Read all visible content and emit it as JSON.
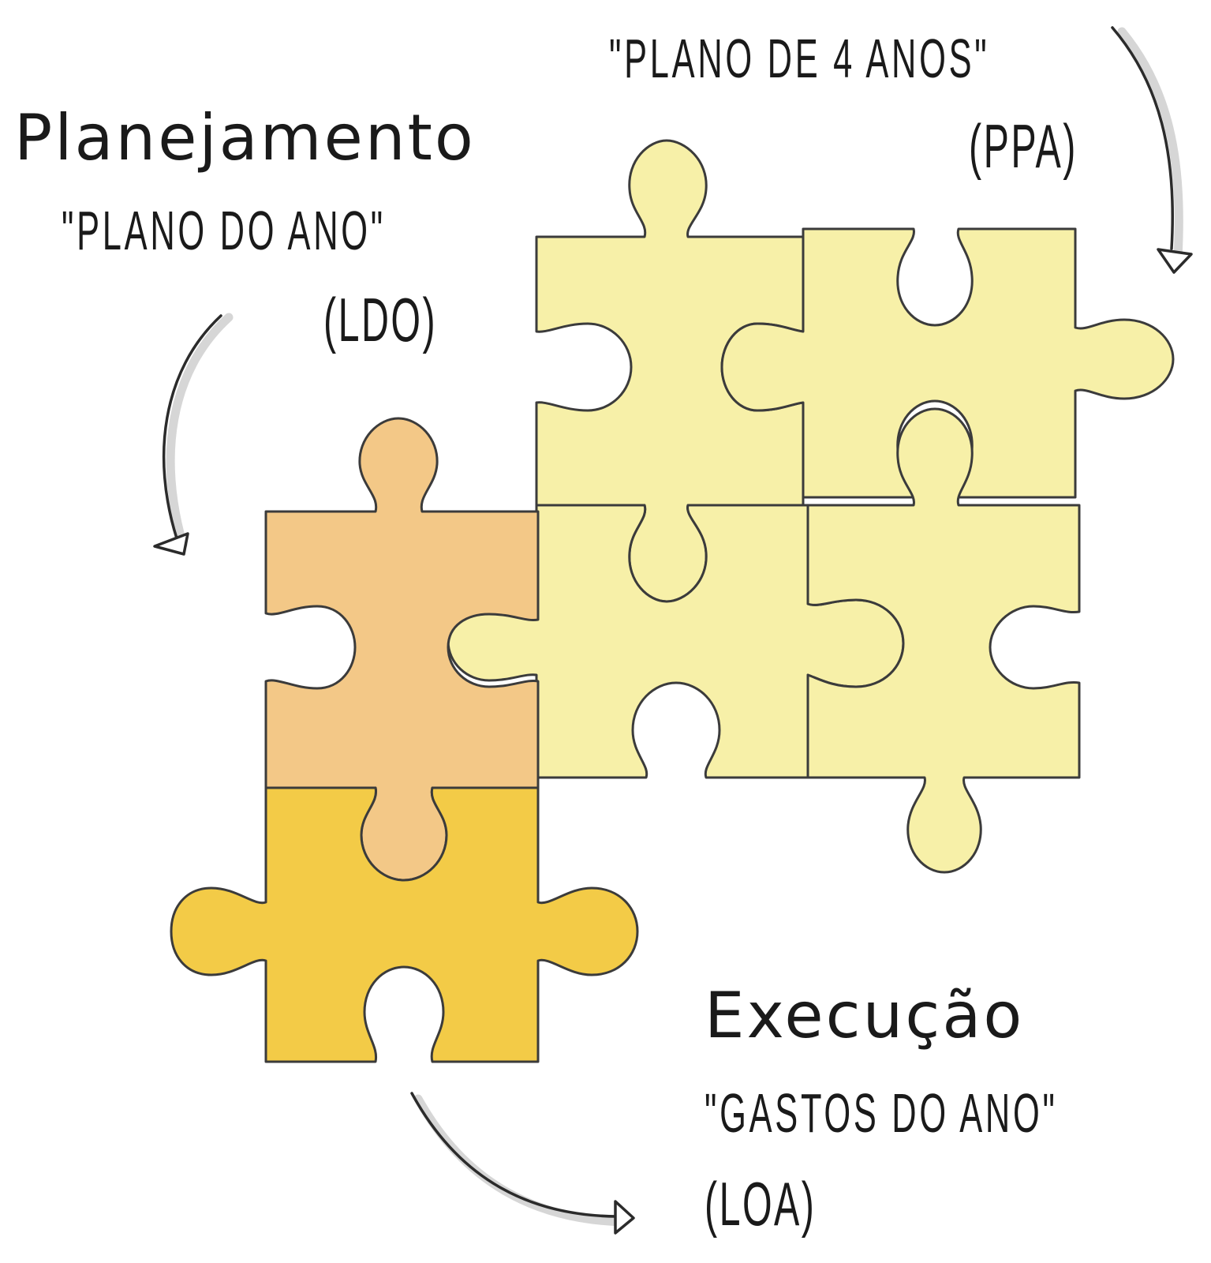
{
  "ppa": {
    "quote": "\"PLANO DE 4 ANOS\"",
    "abbr": "(PPA)"
  },
  "ldo": {
    "heading": "Planejamento",
    "quote": "\"PLANO DO ANO\"",
    "abbr": "(LDO)"
  },
  "loa": {
    "heading": "Execução",
    "quote": "\"GASTOS DO ANO\"",
    "abbr": "(LOA)"
  },
  "colors": {
    "ppa_piece": "#f7f0a8",
    "ldo_piece": "#f3c887",
    "loa_piece": "#f3cb47",
    "outline": "#3b3b3b",
    "text": "#1a1a1a"
  },
  "pieces": [
    {
      "group": "ppa",
      "icon": "puzzle-piece"
    },
    {
      "group": "ppa",
      "icon": "puzzle-piece"
    },
    {
      "group": "ppa",
      "icon": "puzzle-piece"
    },
    {
      "group": "ppa",
      "icon": "puzzle-piece"
    },
    {
      "group": "ldo",
      "icon": "puzzle-piece"
    },
    {
      "group": "loa",
      "icon": "puzzle-piece"
    }
  ],
  "arrows": [
    {
      "from": "ppa-label",
      "to": "ppa-pieces",
      "icon": "curved-arrow"
    },
    {
      "from": "ldo-label",
      "to": "ldo-piece",
      "icon": "curved-arrow"
    },
    {
      "from": "loa-piece",
      "to": "loa-label",
      "icon": "curved-arrow"
    }
  ]
}
